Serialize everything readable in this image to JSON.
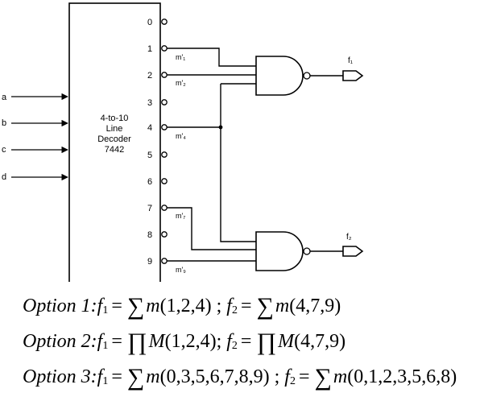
{
  "decoder": {
    "label_lines": [
      "4-to-10",
      "Line",
      "Decoder",
      "7442"
    ]
  },
  "inputs": [
    "a",
    "b",
    "c",
    "d"
  ],
  "outputs": [
    "0",
    "1",
    "2",
    "3",
    "4",
    "5",
    "6",
    "7",
    "8",
    "9"
  ],
  "minterm_labels": [
    "m'₁",
    "m'₂",
    "m'₄",
    "m'₇",
    "m'₉"
  ],
  "gate_outputs": [
    "f₁",
    "f₂"
  ],
  "options": [
    {
      "label": "Option 1: ",
      "f1_name": "f",
      "f1_sub": "1",
      "f1_op": "∑",
      "f1_func": "m",
      "f1_terms": "(1,2,4)",
      "sep": " ; ",
      "f2_name": "f",
      "f2_sub": "2",
      "f2_op": "∑",
      "f2_func": "m",
      "f2_terms": "(4,7,9)"
    },
    {
      "label": "Option 2: ",
      "f1_name": "f",
      "f1_sub": "1",
      "f1_op": "∏",
      "f1_func": "M",
      "f1_terms": "(1,2,4);",
      "sep": " ",
      "f2_name": "f",
      "f2_sub": "2",
      "f2_op": "∏",
      "f2_func": "M",
      "f2_terms": "(4,7,9)"
    },
    {
      "label": "Option 3: ",
      "f1_name": "f",
      "f1_sub": "1",
      "f1_op": "∑",
      "f1_func": "m",
      "f1_terms": "(0,3,5,6,7,8,9)",
      "sep": " ; ",
      "f2_name": "f",
      "f2_sub": "2",
      "f2_op": "∑",
      "f2_func": "m",
      "f2_terms": "(0,1,2,3,5,6,8)"
    }
  ]
}
